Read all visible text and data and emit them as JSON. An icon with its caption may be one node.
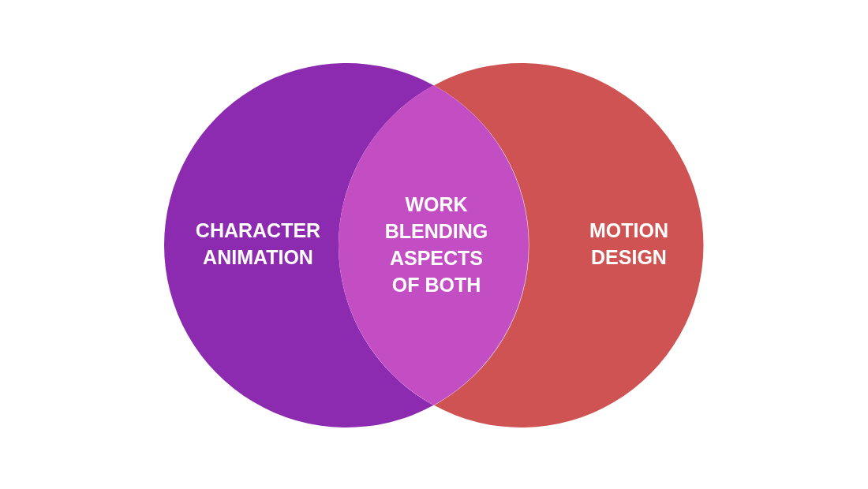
{
  "diagram": {
    "nodes": [
      {
        "text": [
          "CHARACTER ANIMATION"
        ]
      },
      {
        "text": [
          "MOTION DESIGN"
        ]
      },
      {
        "text": [
          "WORK BLENDING ASPECTS OF BOTH"
        ]
      }
    ]
  }
}
